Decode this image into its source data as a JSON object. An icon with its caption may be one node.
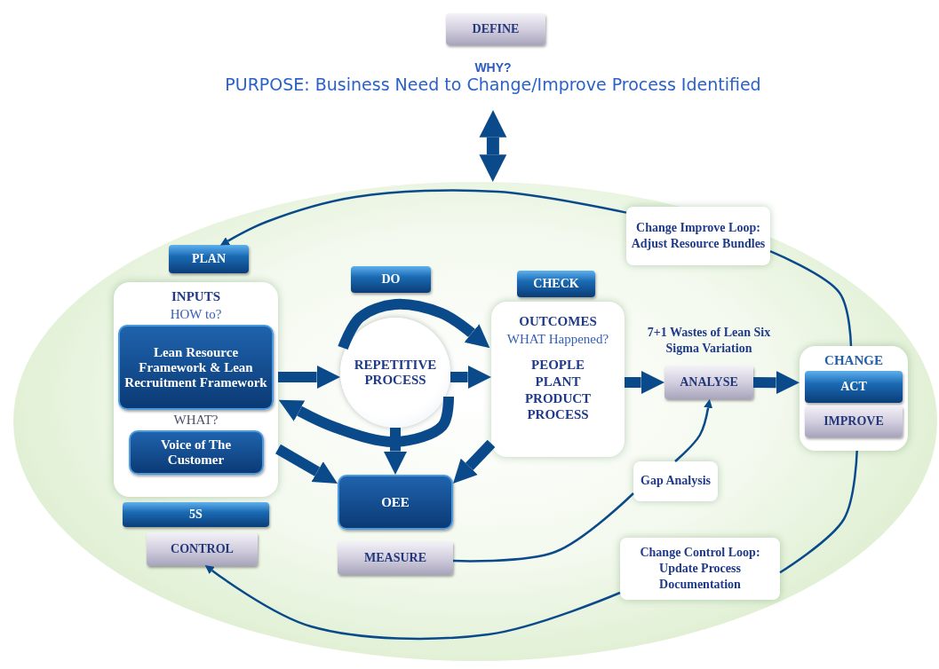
{
  "diagram": {
    "nodes": [
      {
        "text": [
          "DEFINE"
        ]
      },
      {
        "text": [
          "WHY?",
          "PURPOSE: Business Need to Change/Improve Process Identified"
        ]
      },
      {
        "text": [],
        "shape": "ellipse"
      },
      {
        "text": [
          "PLAN"
        ],
        "in": 2
      },
      {
        "text": [
          "INPUTS",
          "HOW to?",
          "WHAT?"
        ],
        "in": 2
      },
      {
        "text": [
          "Lean Resource Framework & Lean Recruitment Framework"
        ],
        "in": 4
      },
      {
        "text": [
          "Voice of The Customer"
        ],
        "in": 4
      },
      {
        "text": [
          "5S"
        ],
        "in": 2
      },
      {
        "text": [
          "CONTROL"
        ],
        "in": 2
      },
      {
        "text": [
          "DO"
        ],
        "in": 2
      },
      {
        "text": [
          "REPETITIVE PROCESS"
        ],
        "in": 2
      },
      {
        "text": [
          "OEE"
        ],
        "in": 2
      },
      {
        "text": [
          "MEASURE"
        ],
        "in": 2
      },
      {
        "text": [
          "CHECK"
        ],
        "in": 2
      },
      {
        "text": [
          "OUTCOMES",
          "WHAT Happened?",
          "PEOPLE PLANT PRODUCT PROCESS"
        ],
        "in": 2
      },
      {
        "text": [
          "ANALYSE"
        ],
        "beside": [
          "7+1 Wastes of Lean Six Sigma Variation"
        ],
        "in": 2
      },
      {
        "text": [
          "Gap Analysis"
        ],
        "in": 2
      },
      {
        "text": [
          "Change Improve Loop: Adjust Resource Bundles"
        ],
        "in": 2
      },
      {
        "text": [
          "CHANGE"
        ],
        "in": 2
      },
      {
        "text": [
          "ACT"
        ],
        "in": 18
      },
      {
        "text": [
          "IMPROVE"
        ],
        "in": 18
      },
      {
        "text": [
          "Change Control Loop: Update Process Documentation"
        ],
        "in": 2
      }
    ],
    "edges": [
      {
        "from": 1,
        "to": 2,
        "arrow": "both"
      },
      {
        "from": 4,
        "to": 10,
        "arrow": "to"
      },
      {
        "from": 10,
        "to": 14,
        "arrow": "to"
      },
      {
        "from": 10,
        "to": 14,
        "arrow": "to"
      },
      {
        "from": 10,
        "to": 4,
        "arrow": "to"
      },
      {
        "from": 10,
        "to": 11,
        "arrow": "to"
      },
      {
        "from": 4,
        "to": 11,
        "arrow": "to"
      },
      {
        "from": 14,
        "to": 11,
        "arrow": "to"
      },
      {
        "from": 14,
        "to": 15,
        "arrow": "to"
      },
      {
        "from": 15,
        "to": 18,
        "arrow": "to"
      },
      {
        "from": 16,
        "to": 15,
        "arrow": "to"
      },
      {
        "from": 12,
        "to": 16,
        "arrow": "none"
      },
      {
        "from": 18,
        "to": 17,
        "arrow": "none"
      },
      {
        "from": 17,
        "to": 3,
        "arrow": "to"
      },
      {
        "from": 18,
        "to": 21,
        "arrow": "none"
      },
      {
        "from": 21,
        "to": 8,
        "arrow": "to"
      }
    ]
  }
}
